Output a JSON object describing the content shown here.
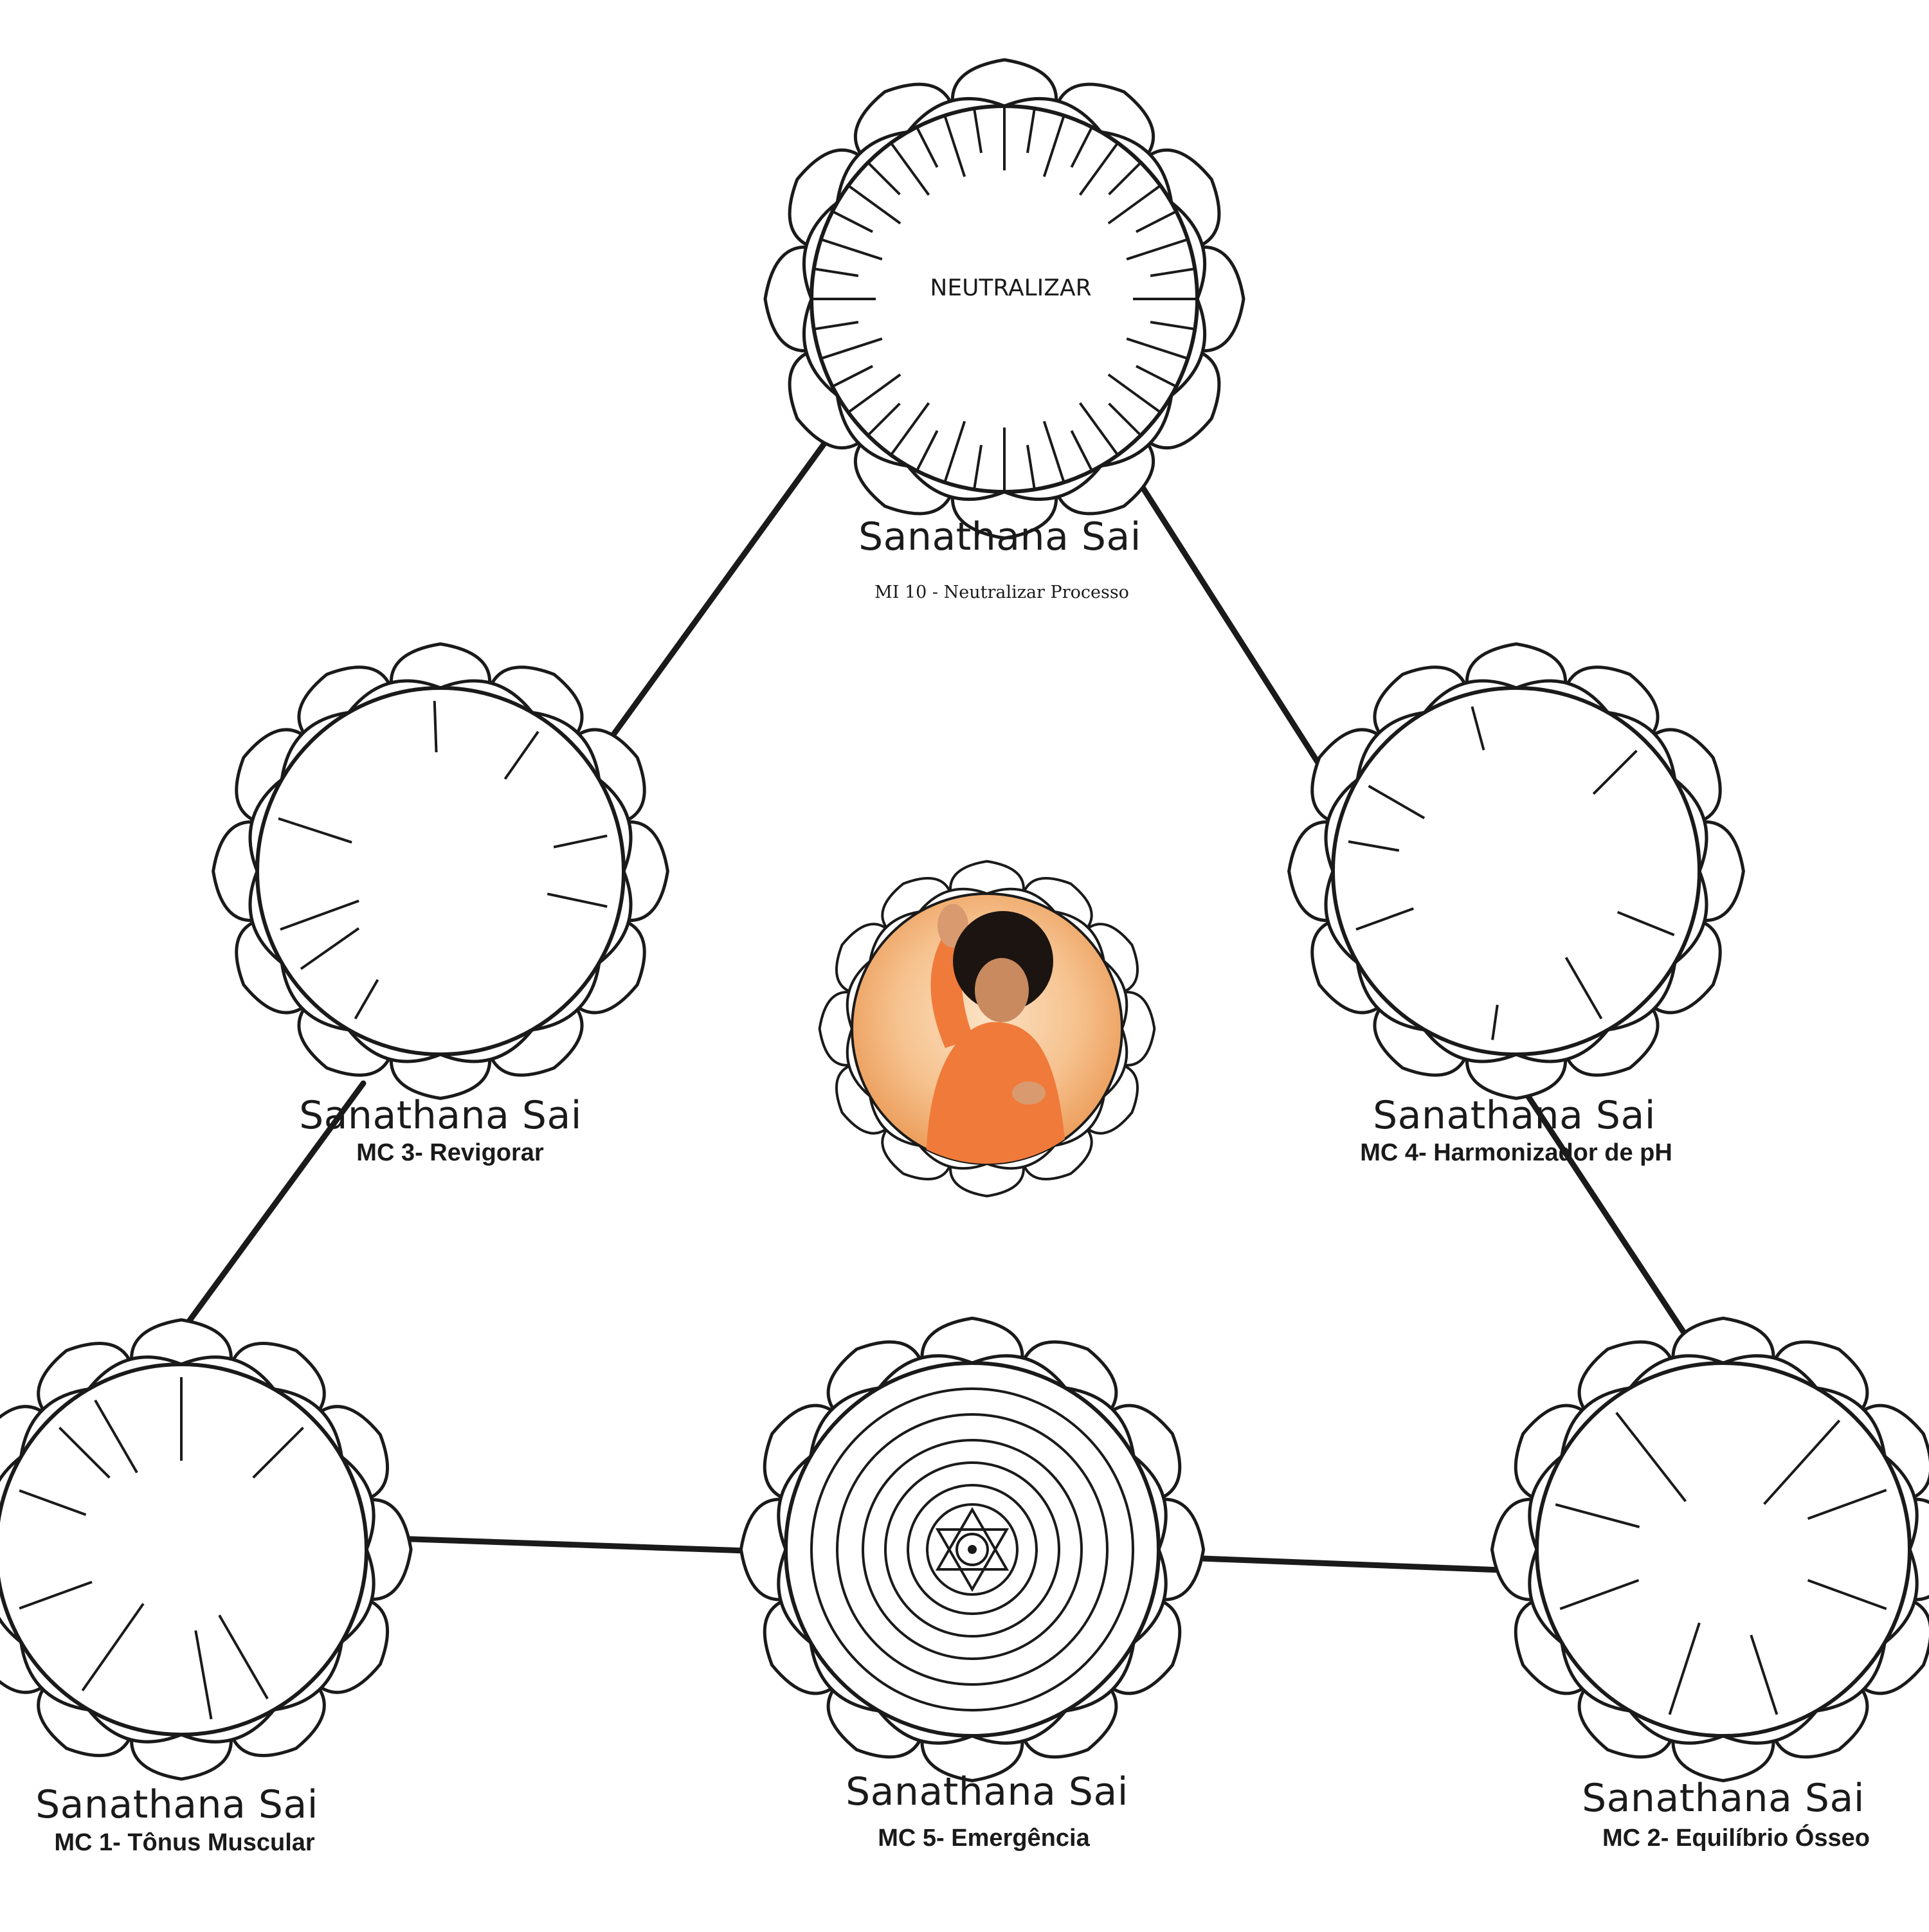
{
  "colors": {
    "stroke": "#1a1a1a",
    "background": "#ffffff",
    "photo_glow": "#f7b878",
    "robe": "#f07a3a",
    "hair": "#1b1410"
  },
  "center_photo": {
    "name": "center-portrait",
    "icon": "lotus-portrait-icon"
  },
  "nodes": [
    {
      "id": "mi10",
      "title": "Sanathana Sai",
      "code": "MI 10 - Neutralizar Processo",
      "center_text": "NEUTRALIZAR",
      "style": "radial-ticks"
    },
    {
      "id": "mc3",
      "title": "Sanathana Sai",
      "code": "MC 3- Revigorar",
      "style": "sparse-ticks"
    },
    {
      "id": "mc4",
      "title": "Sanathana Sai",
      "code": "MC 4- Harmonizador de pH",
      "style": "sparse-ticks"
    },
    {
      "id": "mc1",
      "title": "Sanathana Sai",
      "code": "MC 1- Tônus Muscular",
      "style": "sparse-ticks"
    },
    {
      "id": "mc5",
      "title": "Sanathana Sai",
      "code": "MC 5- Emergência",
      "style": "concentric-star"
    },
    {
      "id": "mc2",
      "title": "Sanathana Sai",
      "code": "MC 2- Equilíbrio Ósseo",
      "style": "sparse-ticks"
    }
  ]
}
